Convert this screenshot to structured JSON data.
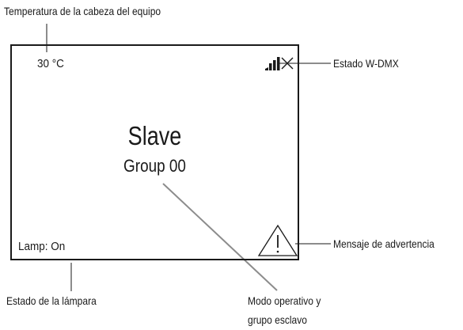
{
  "callouts": {
    "head_temperature": "Temperatura de la cabeza del equipo",
    "wdmx_status": "Estado W-DMX",
    "warning_message": "Mensaje de advertencia",
    "lamp_status": "Estado de la lámpara",
    "operating_mode_line1": "Modo operativo y",
    "operating_mode_line2": "grupo esclavo"
  },
  "display": {
    "temperature": "30 °C",
    "mode": "Slave",
    "group": "Group 00",
    "lamp": "Lamp: On"
  },
  "icons": {
    "signal": "signal-strength-icon",
    "no_connection": "x-icon",
    "warning": "warning-triangle-icon"
  }
}
